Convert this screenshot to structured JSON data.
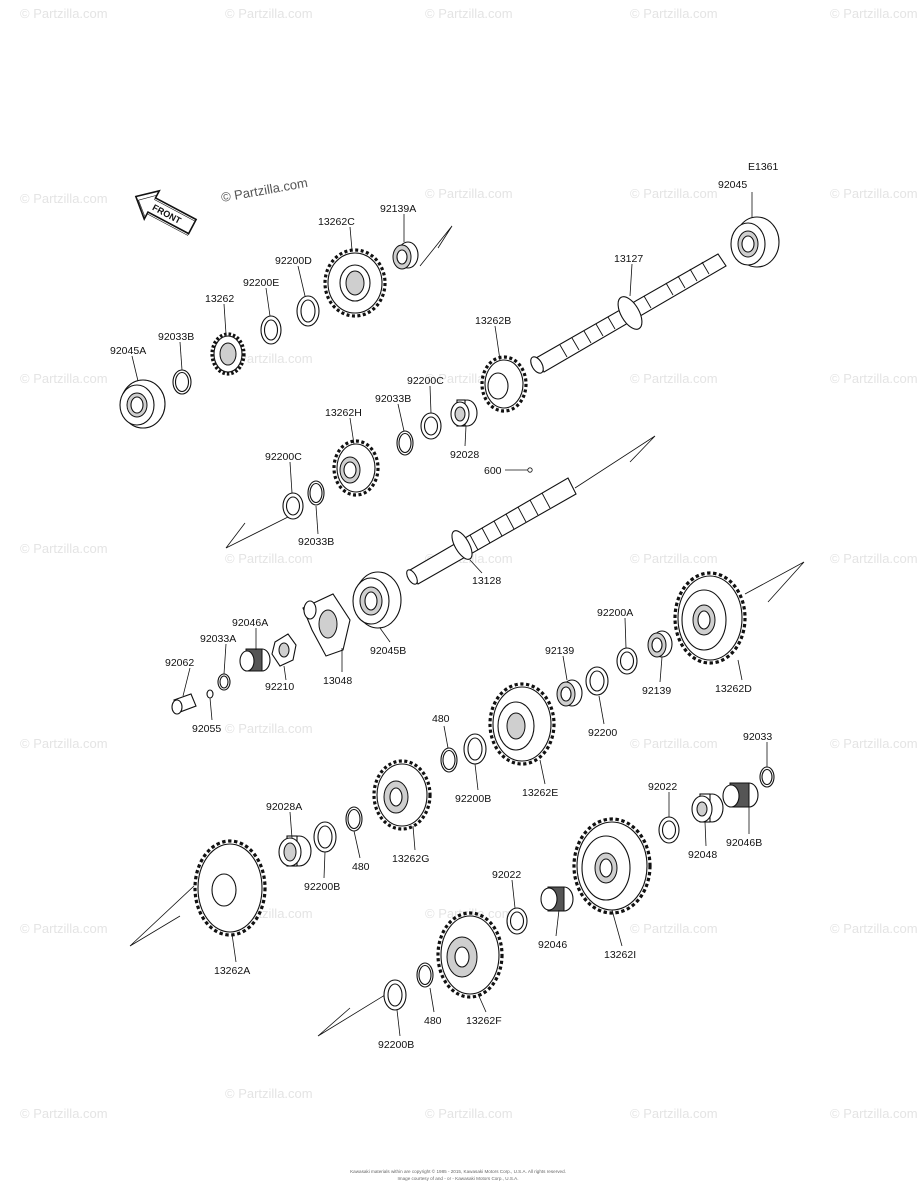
{
  "diagram": {
    "code": "E1361",
    "front_label": "FRONT",
    "watermark_text": "© Partzilla.com",
    "copyright_line1": "Kawasaki materials within are copyright © 1985 - 2015, Kawasaki Motors Corp., U.S.A. All rights reserved.",
    "copyright_line2": "Image courtesy of and - or - Kawasaki Motors Corp., U.S.A.",
    "part_labels": [
      "92045",
      "92139A",
      "13262C",
      "92200D",
      "92200E",
      "13262",
      "92033B",
      "92045A",
      "13127",
      "13262B",
      "92200C",
      "92033B",
      "92028",
      "13262H",
      "92200C",
      "92033B",
      "600",
      "13128",
      "92046A",
      "92033A",
      "92062",
      "92055",
      "92210",
      "13048",
      "92045B",
      "92200A",
      "92139",
      "92139",
      "13262D",
      "92200",
      "480",
      "92200B",
      "13262E",
      "92033",
      "92022",
      "92048",
      "92046B",
      "92028A",
      "92200B",
      "480",
      "13262G",
      "13262A",
      "92022",
      "92046",
      "13262I",
      "480",
      "92200B",
      "13262F"
    ]
  }
}
